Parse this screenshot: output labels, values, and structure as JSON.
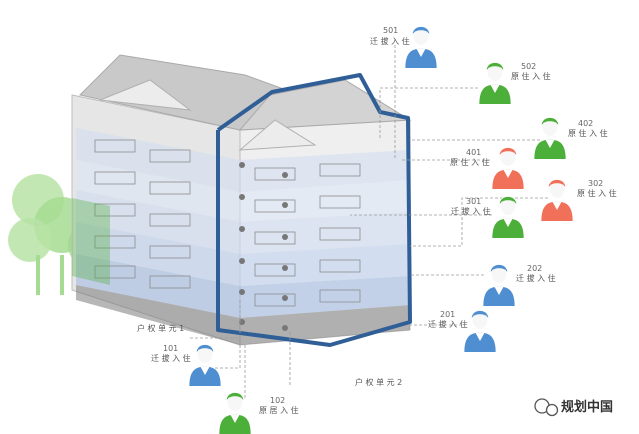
{
  "colors": {
    "blue_person": "#4f8fd1",
    "green_person": "#4caf3a",
    "orange_person": "#f0705a",
    "unit_outline": "#2f5f96",
    "tree": "#9fd98c"
  },
  "residents": [
    {
      "id": "501",
      "unit": "501",
      "status": "迁 拔 入 住",
      "color_key": "blue_person"
    },
    {
      "id": "502",
      "unit": "502",
      "status": "原 住 入 住",
      "color_key": "green_person"
    },
    {
      "id": "402",
      "unit": "402",
      "status": "原 住 入 住",
      "color_key": "green_person"
    },
    {
      "id": "401",
      "unit": "401",
      "status": "原 住 入 住",
      "color_key": "orange_person"
    },
    {
      "id": "302",
      "unit": "302",
      "status": "原 住 入 住",
      "color_key": "orange_person"
    },
    {
      "id": "301",
      "unit": "301",
      "status": "迁 拔 入 住",
      "color_key": "green_person"
    },
    {
      "id": "202",
      "unit": "202",
      "status": "迁 拔 入 住",
      "color_key": "blue_person"
    },
    {
      "id": "201",
      "unit": "201",
      "status": "迁 拔 入 住",
      "color_key": "blue_person"
    },
    {
      "id": "101",
      "unit": "101",
      "status": "迁 拔 入 住",
      "color_key": "blue_person"
    },
    {
      "id": "102",
      "unit": "102",
      "status": "原 居 入 住",
      "color_key": "green_person"
    }
  ],
  "labels": {
    "unit_1": "户 权 单 元 1",
    "unit_2": "户 权 单 元 2"
  },
  "watermark": {
    "icon": "wechat-icon",
    "text": "规划中国"
  }
}
